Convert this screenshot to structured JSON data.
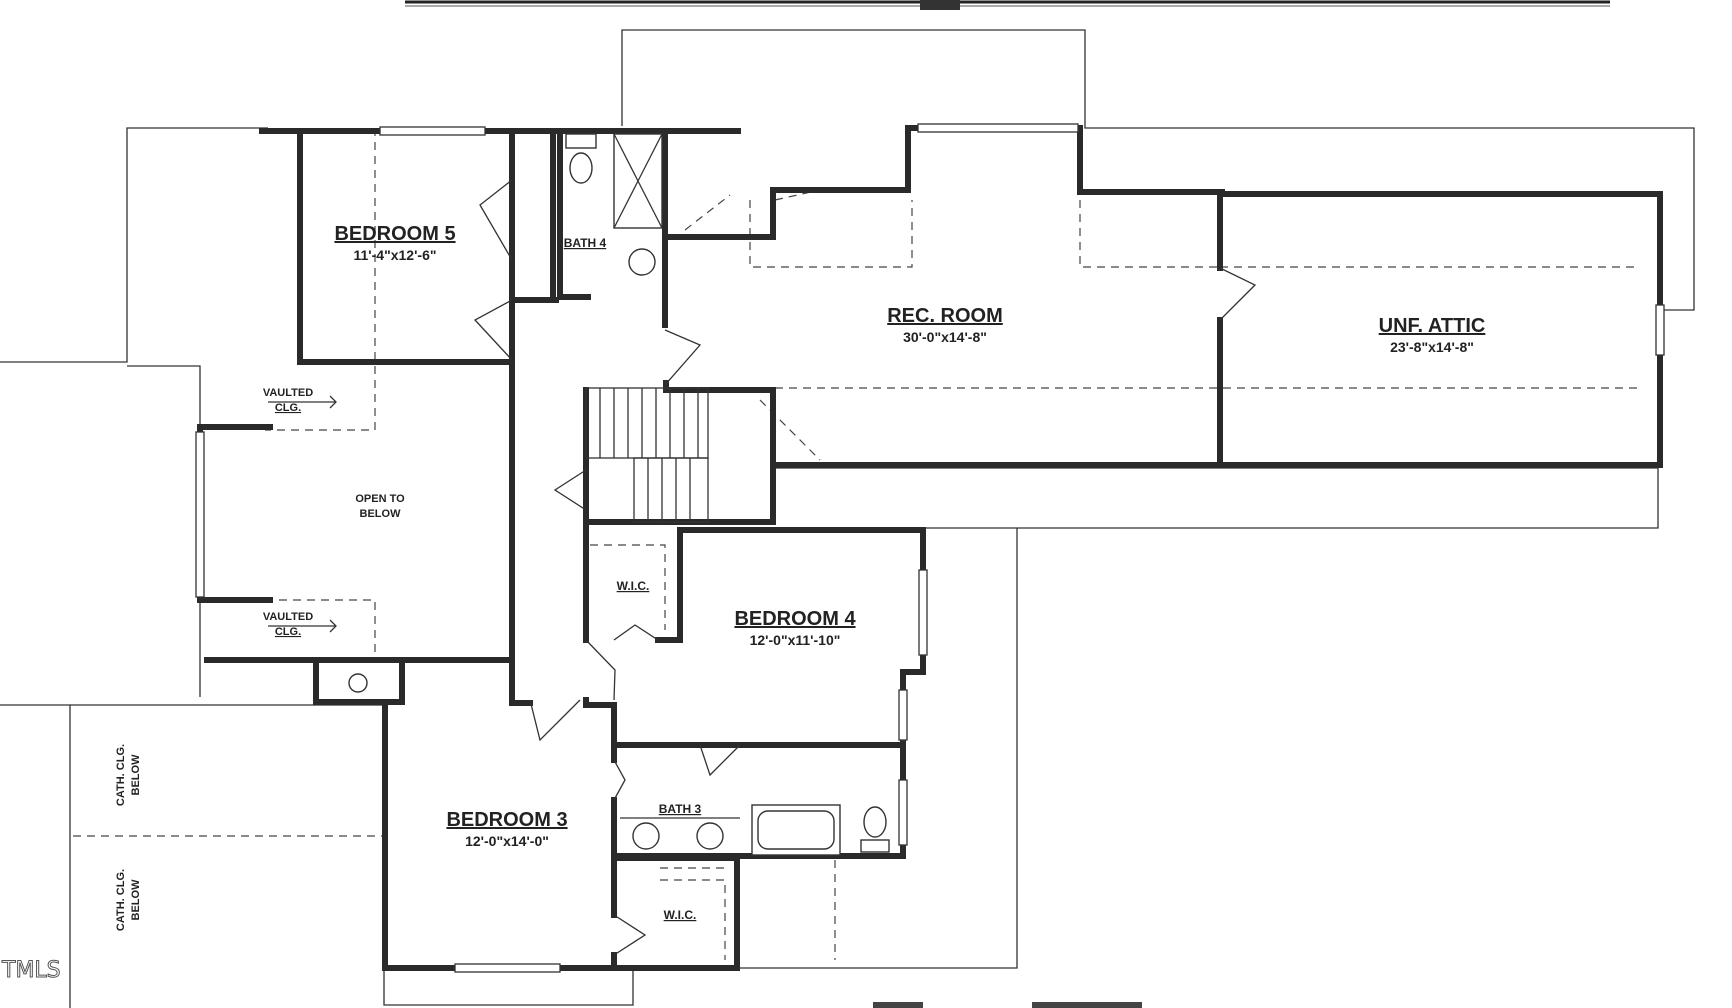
{
  "rooms": {
    "bedroom5": {
      "name": "BEDROOM 5",
      "dims": "11'-4\"x12'-6\""
    },
    "rec_room": {
      "name": "REC. ROOM",
      "dims": "30'-0\"x14'-8\""
    },
    "unf_attic": {
      "name": "UNF. ATTIC",
      "dims": "23'-8\"x14'-8\""
    },
    "bedroom4": {
      "name": "BEDROOM 4",
      "dims": "12'-0\"x11'-10\""
    },
    "bedroom3": {
      "name": "BEDROOM 3",
      "dims": "12'-0\"x14'-0\""
    },
    "bath4": {
      "name": "BATH 4"
    },
    "bath3": {
      "name": "BATH 3"
    },
    "wic_upper": {
      "name": "W.I.C."
    },
    "wic_lower": {
      "name": "W.I.C."
    }
  },
  "notes": {
    "vaulted_top": [
      "VAULTED",
      "CLG."
    ],
    "vaulted_bottom": [
      "VAULTED",
      "CLG."
    ],
    "open_to_below": [
      "OPEN TO",
      "BELOW"
    ],
    "cath_top": [
      "CATH. CLG.",
      "BELOW"
    ],
    "cath_bottom": [
      "CATH. CLG.",
      "BELOW"
    ]
  },
  "watermark": "TMLS"
}
